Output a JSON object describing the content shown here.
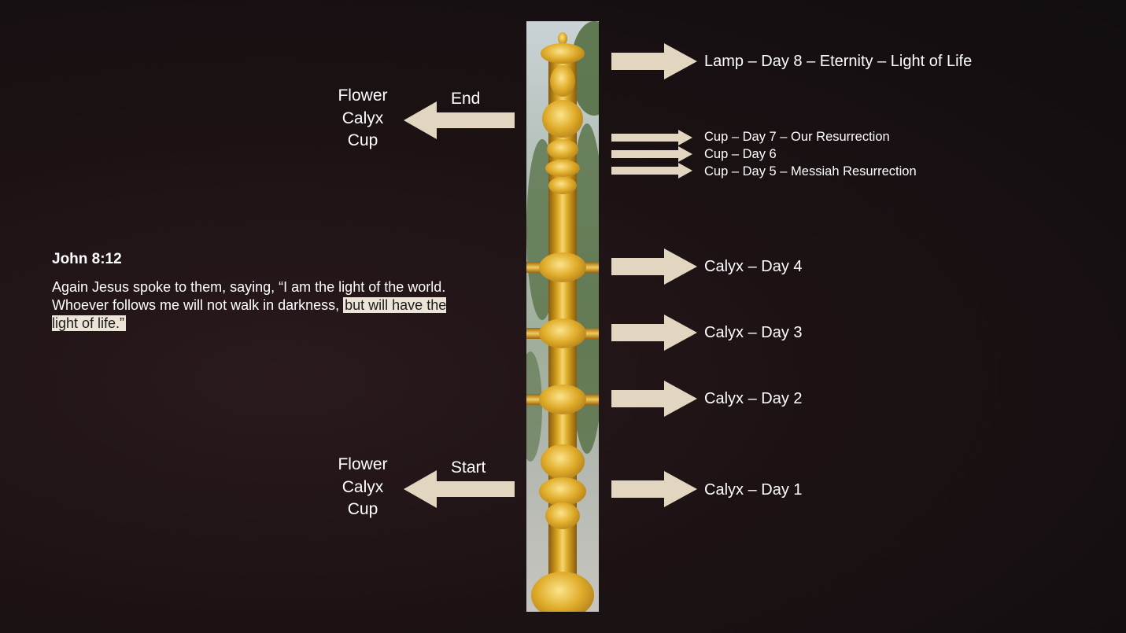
{
  "scripture": {
    "reference": "John 8:12",
    "text_plain": "Again Jesus spoke to them, saying, “I am the light of the world. Whoever follows me will not walk in darkness, ",
    "text_highlight": "but will have the light of life.”"
  },
  "left_labels": {
    "end": {
      "caption": "End",
      "lines": [
        "Flower",
        "Calyx",
        "Cup"
      ]
    },
    "start": {
      "caption": "Start",
      "lines": [
        "Flower",
        "Calyx",
        "Cup"
      ]
    }
  },
  "right_labels": {
    "lamp": "Lamp – Day 8 – Eternity  – Light of Life",
    "cup7": "Cup – Day 7 – Our Resurrection",
    "cup6": "Cup – Day 6",
    "cup5": "Cup – Day 5 – Messiah Resurrection",
    "calyx4": "Calyx – Day 4",
    "calyx3": "Calyx – Day 3",
    "calyx2": "Calyx – Day 2",
    "calyx1": "Calyx – Day 1"
  },
  "colors": {
    "arrow": "#e2d6c1",
    "text": "#ffffff",
    "highlight": "#ece4d6",
    "gold": "#d4a21f"
  },
  "image": {
    "icon": "golden-lampstand-photo"
  }
}
